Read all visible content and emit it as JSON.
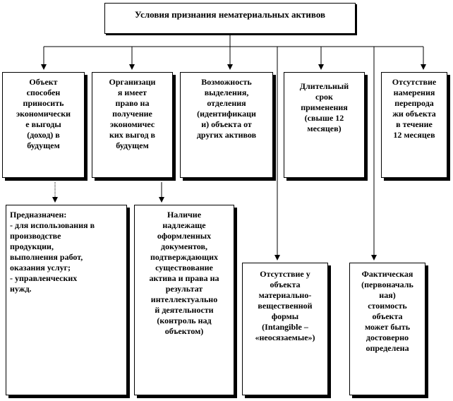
{
  "title": "Условия признания нематериальных активов",
  "top_row": [
    "Объект\nспособен\nприносить\nэкономически\nе выгоды\n(доход) в\nбудущем",
    "Организаци\nя имеет\nправо на\nполучение\nэкономичес\nких выгод в\nбудущем",
    "Возможность\nвыделения,\nотделения\n(идентификаци\nи) объекта от\nдругих активов",
    "Длительный\nсрок\nприменения\n(свыше 12\nмесяцев)",
    "Отсутствие\nнамерения\nперепрода\nжи объекта\nв течение\n12 месяцев"
  ],
  "bottom_row": [
    "Предназначен:\n- для использования в\nпроизводстве\nпродукции,\nвыполнения работ,\nоказания услуг;\n- управленческих\nнужд.",
    "Наличие\nнадлежаще\nоформленных\nдокументов,\nподтверждающих\nсуществование\nактива и права на\nрезультат\nинтеллектуально\nй деятельности\n(контроль над\nобъектом)",
    "Отсутствие у\nобъекта\nматериально-\nвещественной\nформы\n(Intangible    –\n«неосязаемые»)",
    "Фактическая\n(первоначаль\nная)\nстоимость\nобъекта\nможет быть\nдостоверно\nопределена"
  ]
}
